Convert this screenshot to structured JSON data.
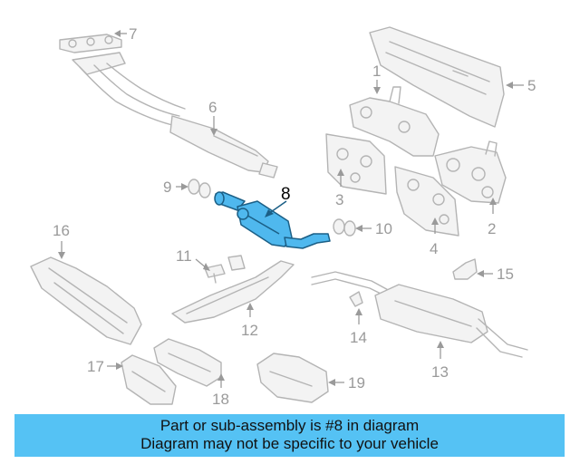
{
  "diagram": {
    "callouts": {
      "c1": "1",
      "c2": "2",
      "c3": "3",
      "c4": "4",
      "c5": "5",
      "c6": "6",
      "c7": "7",
      "c8": "8",
      "c9": "9",
      "c10": "10",
      "c11": "11",
      "c12": "12",
      "c13": "13",
      "c14": "14",
      "c15": "15",
      "c16": "16",
      "c17": "17",
      "c18": "18",
      "c19": "19"
    },
    "highlighted_part": "8",
    "highlight_color": "#4fb8ee",
    "line_color": "#b4b4b4"
  },
  "banner": {
    "line1": "Part or sub-assembly is #8 in diagram",
    "line2": "Diagram may not be specific to your vehicle",
    "background": "#55c2f4"
  }
}
